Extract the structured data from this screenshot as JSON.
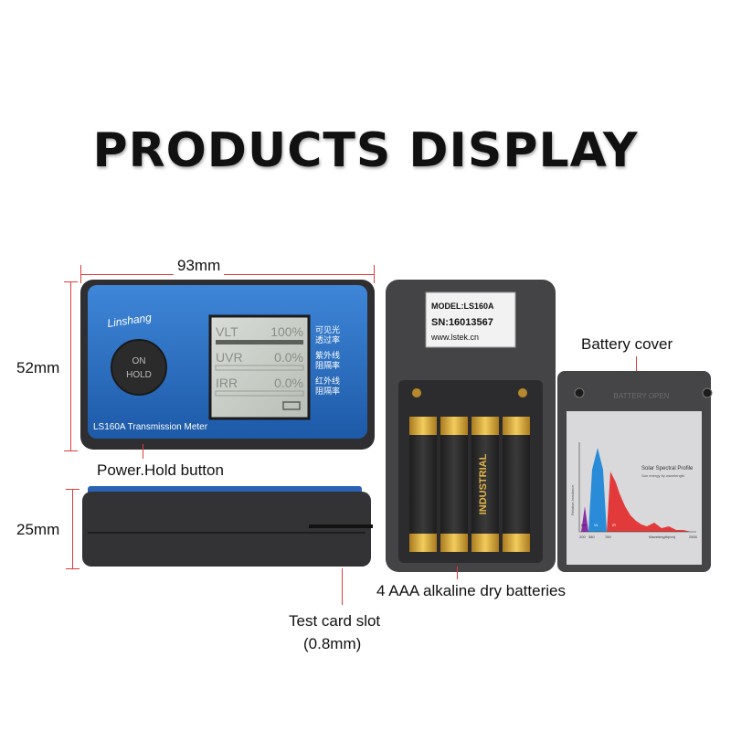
{
  "page": {
    "title": "PRODUCTS DISPLAY",
    "colors": {
      "accent": "#e23a3a",
      "device_blue": "#2a6fc9",
      "device_dark": "#3a3a3c",
      "battery_gold": "#d4a53a"
    }
  },
  "dimensions": {
    "width": "93mm",
    "height": "52mm",
    "thickness": "25mm"
  },
  "callouts": {
    "power_button": "Power.Hold button",
    "test_slot_line1": "Test card slot",
    "test_slot_line2": "(0.8mm)",
    "battery_cover": "Battery cover",
    "batteries": "4 AAA alkaline dry batteries"
  },
  "device_front": {
    "brand": "Linshang",
    "button_line1": "ON",
    "button_line2": "HOLD",
    "model_text": "LS160A Transmission Meter",
    "lcd_rows": [
      {
        "label": "VLT",
        "value": "100%",
        "cn1": "可见光",
        "cn2": "透过率"
      },
      {
        "label": "UVR",
        "value": "0.0%",
        "cn1": "紫外线",
        "cn2": "阻隔率"
      },
      {
        "label": "IRR",
        "value": "0.0%",
        "cn1": "红外线",
        "cn2": "阻隔率"
      }
    ]
  },
  "device_back": {
    "model": "MODEL:LS160A",
    "sn": "SN:16013567",
    "url": "www.lstek.cn",
    "battery_brand": "INDUSTRIAL",
    "battery_open_text": "BATTERY OPEN"
  },
  "spectrum_card": {
    "title": "Solar Spectral Profile",
    "subtitle": "Sun energy by wavelength",
    "ylabel": "Relative Irradiance",
    "xlabel": "Wavelength(nm)",
    "ticks": [
      "200",
      "380",
      "760",
      "2500"
    ],
    "bands": [
      "UV",
      "VL",
      "IR"
    ]
  }
}
